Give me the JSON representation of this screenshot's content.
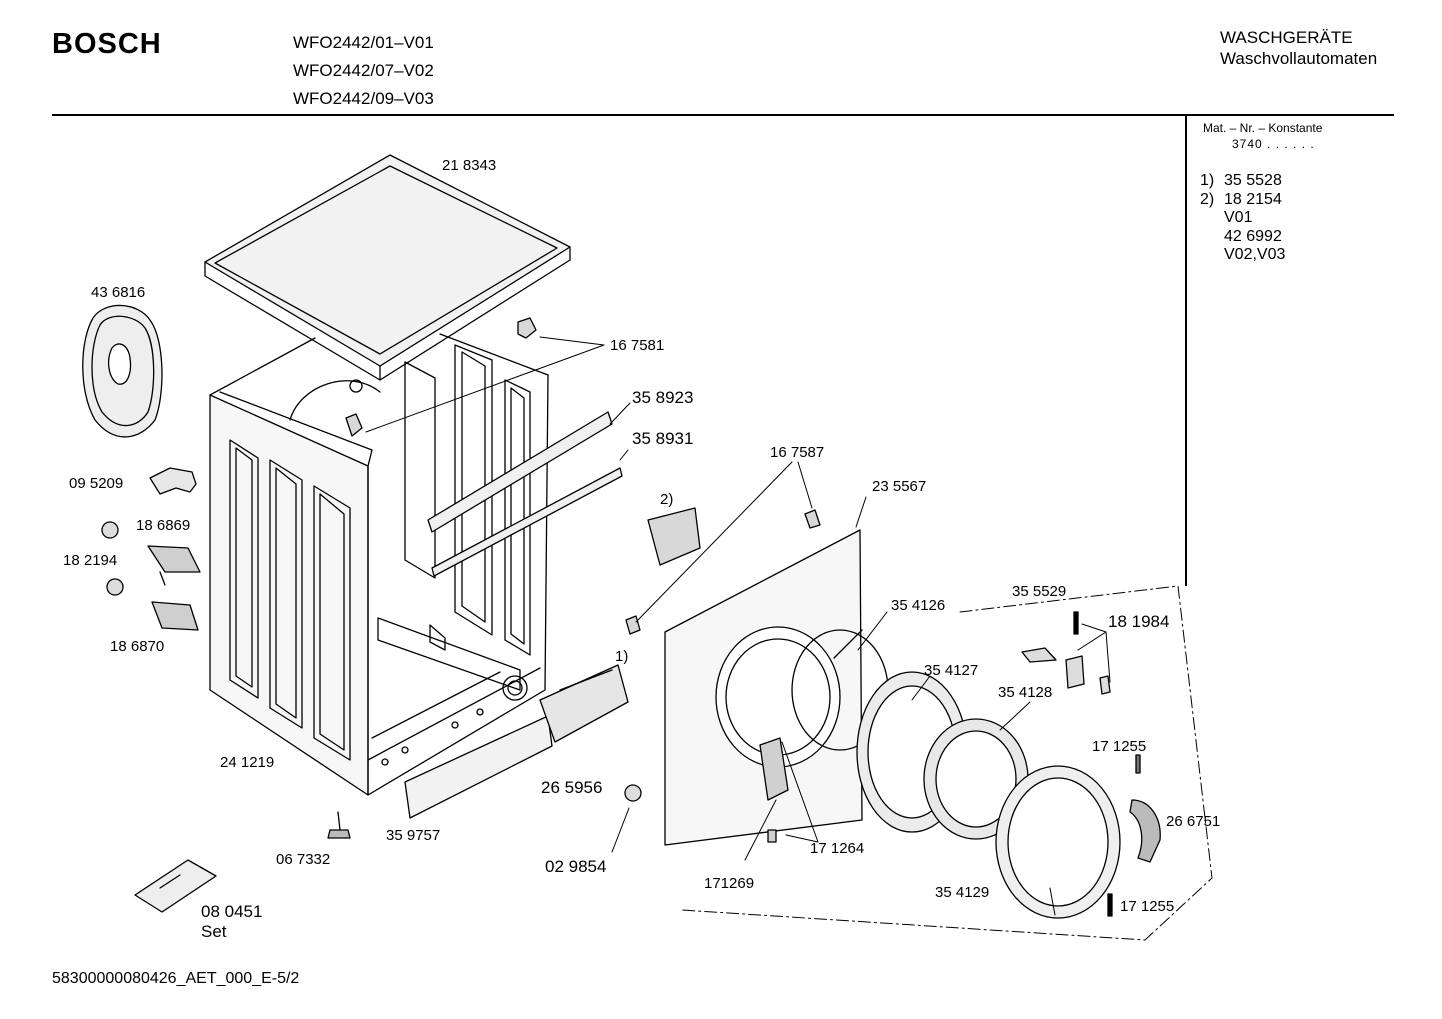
{
  "header": {
    "brand": "BOSCH",
    "models": [
      "WFO2442/01–V01",
      "WFO2442/07–V02",
      "WFO2442/09–V03"
    ],
    "category_line1": "WASCHGERÄTE",
    "category_line2": "Waschvollautomaten"
  },
  "sidebar": {
    "mat_header": "Mat. – Nr. – Konstante",
    "mat_value": "3740 .  .    .  .  .  .",
    "notes": [
      {
        "num": "1)",
        "text": "35 5528"
      },
      {
        "num": "2)",
        "text": "18 2154"
      },
      {
        "num": "",
        "text": "V01"
      },
      {
        "num": "",
        "text": "42 6992"
      },
      {
        "num": "",
        "text": "V02,V03"
      }
    ]
  },
  "parts": {
    "p218343": "21 8343",
    "p436816": "43 6816",
    "p167581": "16 7581",
    "p358923": "35 8923",
    "p358931": "35 8931",
    "p167587": "16 7587",
    "p235567": "23 5567",
    "p095209": "09 5209",
    "p186869": "18 6869",
    "p182194": "18 2194",
    "p186870": "18 6870",
    "fn2": "2)",
    "fn1": "1)",
    "p354126": "35 4126",
    "p355529": "35 5529",
    "p181984": "18 1984",
    "p354127": "35 4127",
    "p354128": "35 4128",
    "p171255a": "17 1255",
    "p266751": "26 6751",
    "p241219": "24 1219",
    "p265956": "26 5956",
    "p359757": "35 9757",
    "p029854": "02 9854",
    "p171264": "17 1264",
    "p171269": "171269",
    "p354129": "35 4129",
    "p171255b": "17 1255",
    "p067332": "06 7332",
    "p080451": "08 0451",
    "set": "Set"
  },
  "footer": {
    "doc_id": "58300000080426_AET_000_E-5/2"
  }
}
